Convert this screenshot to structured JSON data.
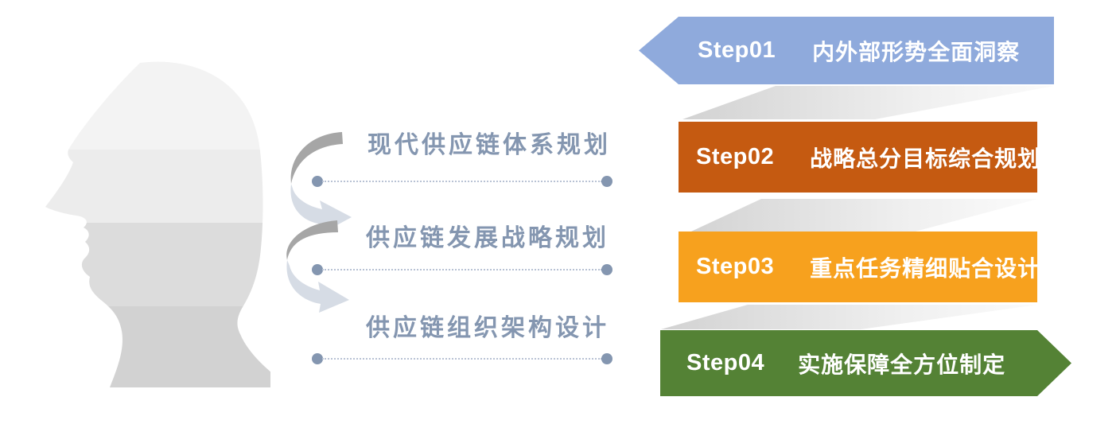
{
  "planning_labels": [
    {
      "text": "现代供应链体系规划"
    },
    {
      "text": "供应链发展战略规划"
    },
    {
      "text": "供应链组织架构设计"
    }
  ],
  "steps": [
    {
      "label": "Step01",
      "title": "内外部形势全面洞察",
      "color": "#8FAADC",
      "shape": "chevron-left"
    },
    {
      "label": "Step02",
      "title": "战略总分目标综合规划",
      "color": "#C55A11",
      "shape": "rectangle"
    },
    {
      "label": "Step03",
      "title": "重点任务精细贴合设计",
      "color": "#F7A11E",
      "shape": "rectangle"
    },
    {
      "label": "Step04",
      "title": "实施保障全方位制定",
      "color": "#548235",
      "shape": "chevron-right"
    }
  ],
  "colors": {
    "label_text": "#8496B0",
    "line_dot": "#8496B0",
    "dotted_line": "#B8C2D4",
    "swirl_arrow_dark": "#A6A6A6",
    "swirl_arrow_light": "#D6DCE5",
    "step_text": "#FFFFFF",
    "head_bands": [
      "#F3F3F3",
      "#ECECEC",
      "#DCDCDC",
      "#D2D2D2"
    ],
    "fold_shadow": [
      "#D2D2D2",
      "#FBFBFB"
    ]
  }
}
